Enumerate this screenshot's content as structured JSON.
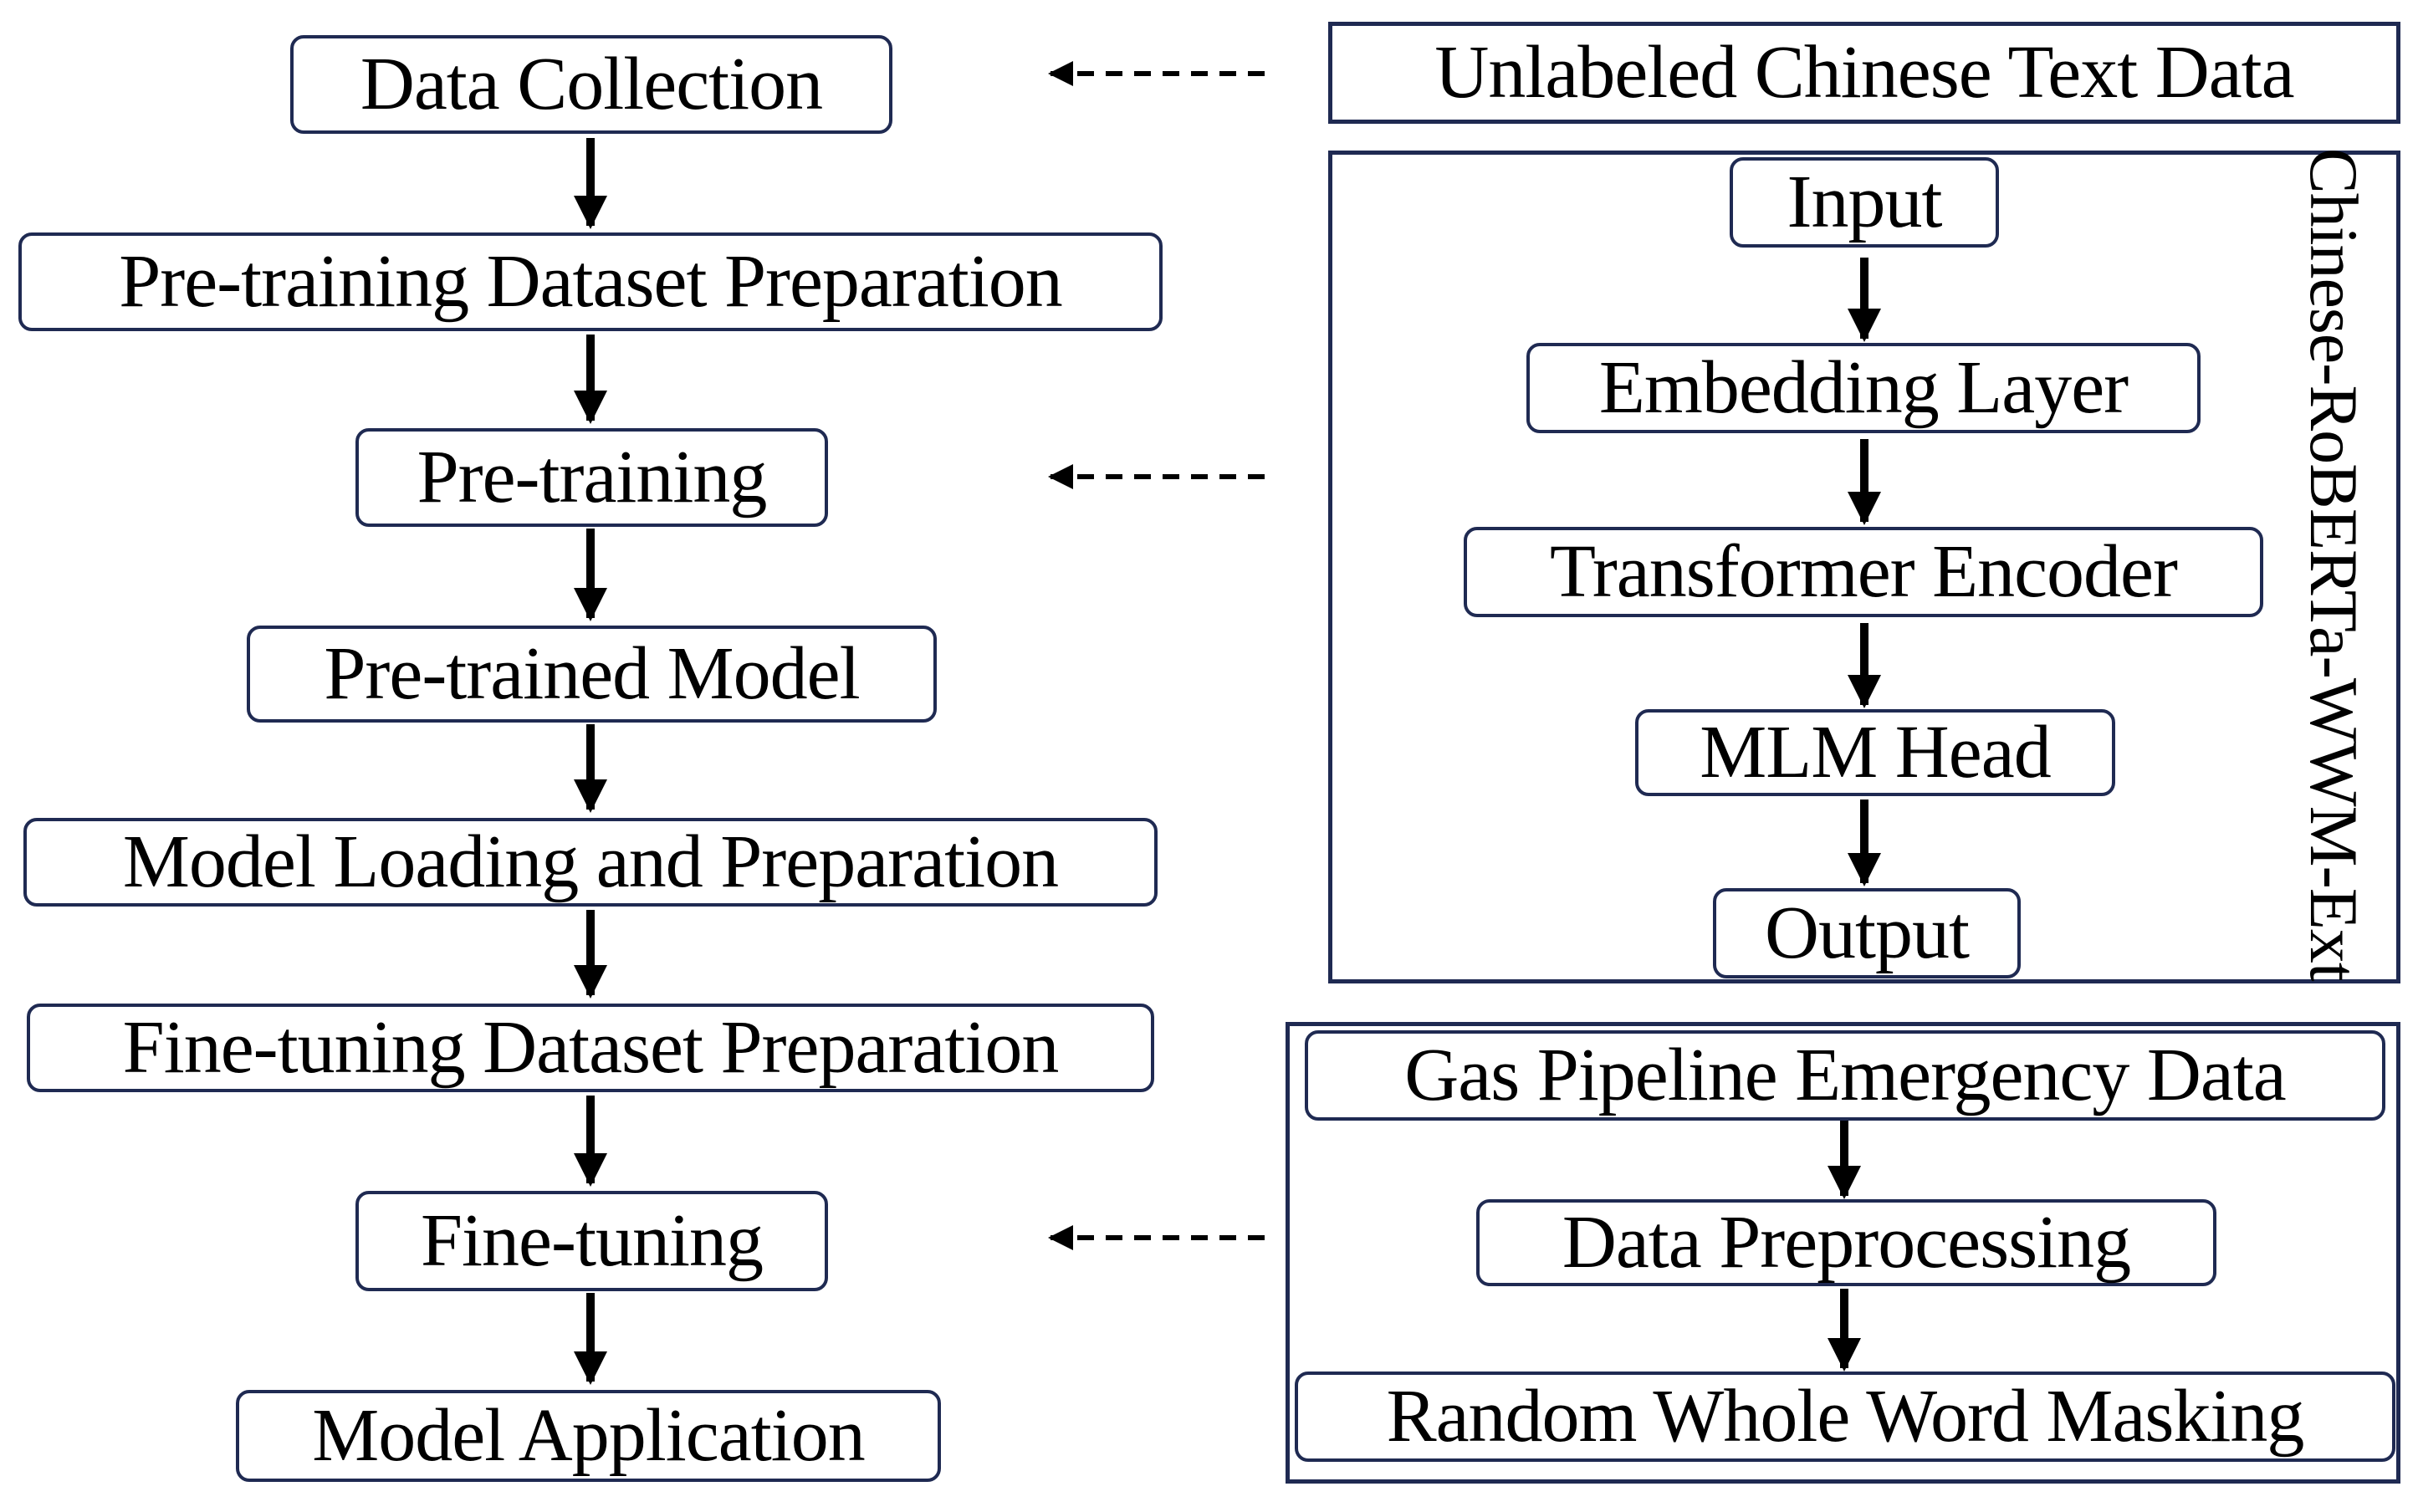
{
  "pipeline": {
    "steps": [
      {
        "key": "data_collection",
        "label": "Data Collection"
      },
      {
        "key": "pretraining_dataset_preparation",
        "label": "Pre-training Dataset Preparation"
      },
      {
        "key": "pretraining",
        "label": "Pre-training"
      },
      {
        "key": "pretrained_model",
        "label": "Pre-trained Model"
      },
      {
        "key": "model_loading_and_preparation",
        "label": "Model Loading and Preparation"
      },
      {
        "key": "finetuning_dataset_preparation",
        "label": "Fine-tuning Dataset Preparation"
      },
      {
        "key": "finetuning",
        "label": "Fine-tuning"
      },
      {
        "key": "model_application",
        "label": "Model Application"
      }
    ]
  },
  "source_data": {
    "label": "Unlabeled Chinese Text Data"
  },
  "model": {
    "name": "Chinese-RoBERTa-WWM-Ext",
    "layers": [
      {
        "key": "input",
        "label": "Input"
      },
      {
        "key": "embedding_layer",
        "label": "Embedding Layer"
      },
      {
        "key": "transformer_encoder",
        "label": "Transformer Encoder"
      },
      {
        "key": "mlm_head",
        "label": "MLM Head"
      },
      {
        "key": "output",
        "label": "Output"
      }
    ]
  },
  "finetune_data": {
    "steps": [
      {
        "key": "gas_pipeline_emergency_data",
        "label": "Gas Pipeline Emergency Data"
      },
      {
        "key": "data_preprocessing",
        "label": "Data Preprocessing"
      },
      {
        "key": "random_whole_word_masking",
        "label": "Random Whole Word Masking"
      }
    ]
  },
  "colors": {
    "box_border": "#1f2a52",
    "arrow": "#000000",
    "text": "#000000",
    "background": "#ffffff"
  }
}
